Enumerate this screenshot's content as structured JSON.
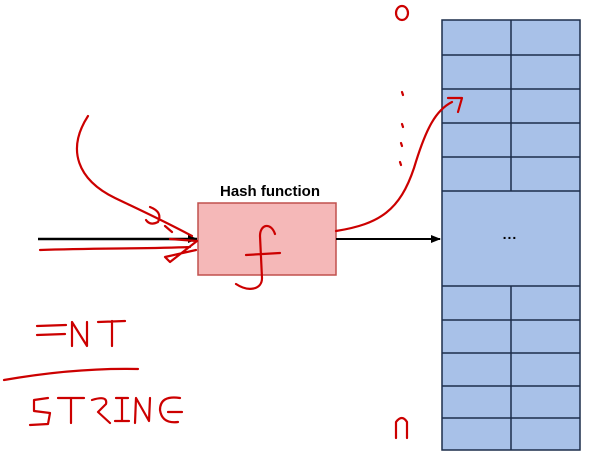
{
  "diagram": {
    "title": "Hash function",
    "function_symbol": "f",
    "table_middle": "...",
    "index_top": "0",
    "index_bottom": "n"
  },
  "annotations": {
    "handwritten_lines": [
      "INT",
      "STRING"
    ]
  },
  "colors": {
    "table_fill": "#a8c1e8",
    "table_stroke": "#1c2d4a",
    "function_fill": "#f5b8b8",
    "function_stroke": "#c0504d",
    "ink_red": "#cc0000",
    "arrow": "#000000"
  }
}
